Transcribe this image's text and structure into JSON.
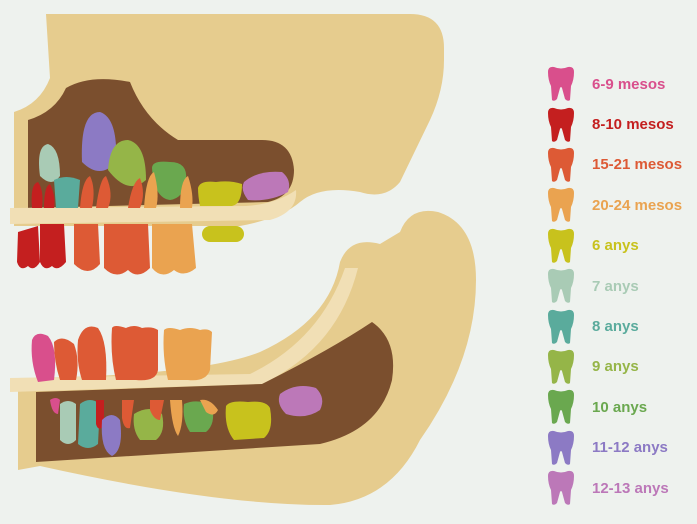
{
  "legend": [
    {
      "label": "6-9 mesos",
      "color": "#d94f8c"
    },
    {
      "label": "8-10 mesos",
      "color": "#c41f1f"
    },
    {
      "label": "15-21 mesos",
      "color": "#dd5a35"
    },
    {
      "label": "20-24 mesos",
      "color": "#eaa350"
    },
    {
      "label": "6 anys",
      "color": "#c8c21d"
    },
    {
      "label": "7 anys",
      "color": "#a9cbb5"
    },
    {
      "label": "8 anys",
      "color": "#5aab9c"
    },
    {
      "label": "9 anys",
      "color": "#95b548"
    },
    {
      "label": "10 anys",
      "color": "#6aa84f"
    },
    {
      "label": "11-12 anys",
      "color": "#8c7ac4"
    },
    {
      "label": "12-13 anys",
      "color": "#bc78b8"
    }
  ],
  "colors": {
    "background": "#eef2ee",
    "bone": "#e6cc8e",
    "gum": "#f1dfb5",
    "cavity": "#7b4f2e"
  }
}
